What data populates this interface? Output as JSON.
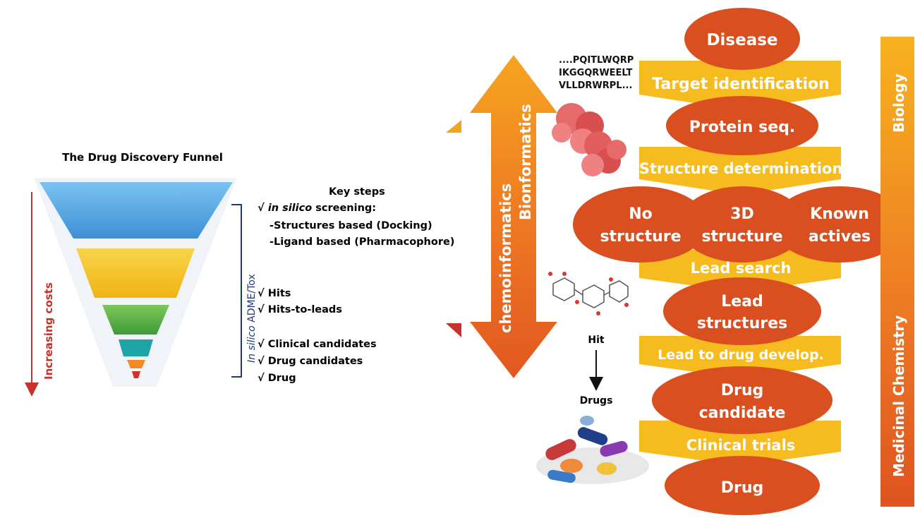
{
  "funnel": {
    "title": "The Drug Discovery Funnel",
    "cost_label": "Increasing costs",
    "bracket_label_italic": "In silico",
    "bracket_label_rest": " ADME/Tox"
  },
  "key_steps": {
    "heading": "Key steps",
    "check": "√",
    "screening_italic": "in silico",
    "screening_rest": " screening:",
    "structures": "-Structures based (Docking)",
    "ligand": "-Ligand based (Pharmacophore)",
    "hits": "Hits",
    "hits_to_leads": "Hits-to-leads",
    "clinical_candidates": "Clinical candidates",
    "drug_candidates": "Drug candidates",
    "drug": "Drug"
  },
  "middle": {
    "arrow_label_outer": "chemoinformatics",
    "arrow_label_inner": "Bionformatics",
    "sequence_lines": [
      "....PQITLWQRP",
      "IKGGQRWEELT",
      "VLLDRWRPL..."
    ],
    "hit_label": "Hit",
    "drugs_label": "Drugs"
  },
  "pipeline": {
    "disease": "Disease",
    "target_identification": "Target identification",
    "protein_seq": "Protein seq.",
    "structure_determination": "Structure determination",
    "no_structure": [
      "No",
      "structure"
    ],
    "three_d_structure": [
      "3D",
      "structure"
    ],
    "known_actives": [
      "Known",
      "actives"
    ],
    "lead_search": "Lead search",
    "lead_structures": [
      "Lead",
      "structures"
    ],
    "lead_to_drug": "Lead to drug develop.",
    "drug_candidate": [
      "Drug",
      "candidate"
    ],
    "clinical_trials": "Clinical trials",
    "drug": "Drug"
  },
  "side_bar": {
    "biology": "Biology",
    "medicinal_chemistry": "Medicinal Chemistry"
  },
  "colors": {
    "ellipse": "#d94f1f",
    "chevron": "#f6bb1f",
    "funnel_top": "#4fa3e3",
    "funnel_yellow": "#f4c12a",
    "funnel_green": "#55b041",
    "funnel_teal": "#1ea4a7",
    "funnel_orange": "#f28a24",
    "funnel_red": "#d0312d",
    "bracket": "#1f3a78",
    "cost_arrow": "#c8322c"
  }
}
